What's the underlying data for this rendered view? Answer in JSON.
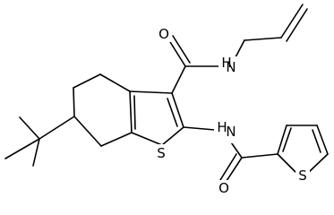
{
  "atoms": {
    "o_amide_top": "O",
    "n_amide_top": "N",
    "n_amide_bottom": "N",
    "s_thiophene_fused": "S",
    "o_amide_bottom": "O",
    "s_thiophene_ring": "S"
  },
  "hydrogens": {
    "n_amide_top": "H",
    "n_amide_bottom": "H"
  }
}
